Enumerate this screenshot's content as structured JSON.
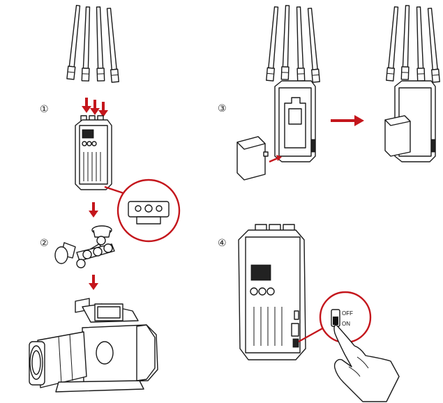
{
  "steps": [
    {
      "number": "①"
    },
    {
      "number": "②"
    },
    {
      "number": "③"
    },
    {
      "number": "④"
    }
  ],
  "switch": {
    "off_label": "OFF",
    "on_label": "ON"
  },
  "colors": {
    "accent": "#c4161c",
    "line": "#1a1a1a",
    "background": "#ffffff"
  },
  "icons": [
    "antenna-icon",
    "transmitter-icon",
    "arrow-down-icon",
    "arrow-right-icon",
    "magic-arm-icon",
    "camera-icon",
    "battery-icon",
    "hand-icon",
    "power-switch-icon"
  ]
}
